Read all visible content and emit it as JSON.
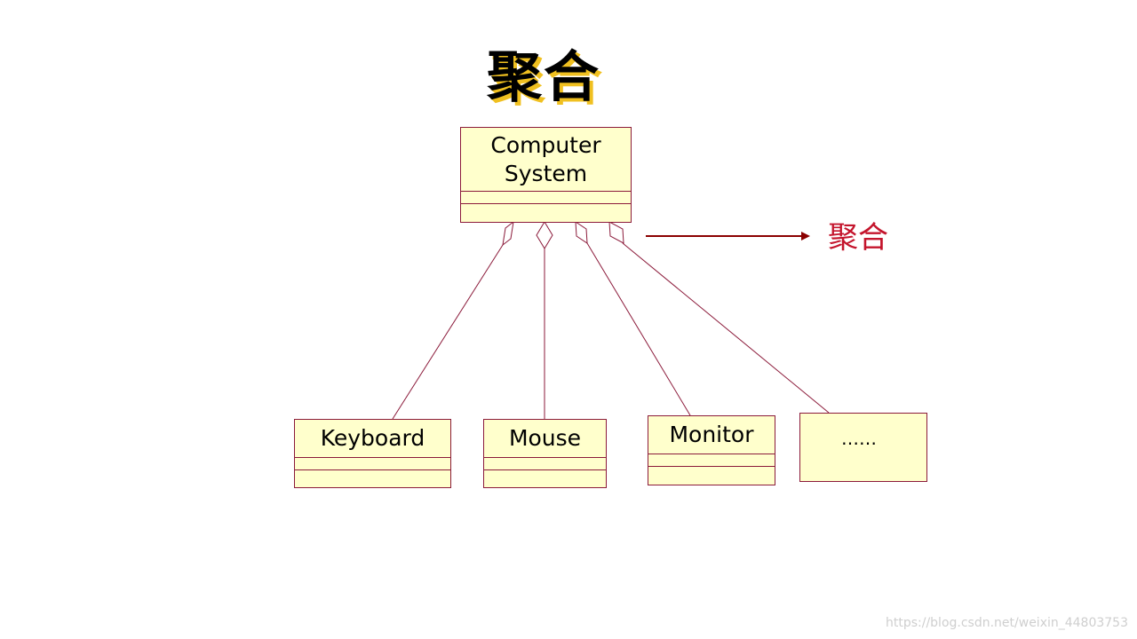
{
  "title": "聚合",
  "side_label": "聚合",
  "watermark": "https://blog.csdn.net/weixin_44803753",
  "colors": {
    "box_fill": "#ffffcc",
    "box_border": "#8b1a3a",
    "line": "#8b1a3a",
    "arrow": "#8b0000",
    "label_red": "#c4142c"
  },
  "whole": {
    "name": "Computer\nSystem"
  },
  "parts": [
    {
      "name": "Keyboard"
    },
    {
      "name": "Mouse"
    },
    {
      "name": "Monitor"
    },
    {
      "name": "……"
    }
  ]
}
